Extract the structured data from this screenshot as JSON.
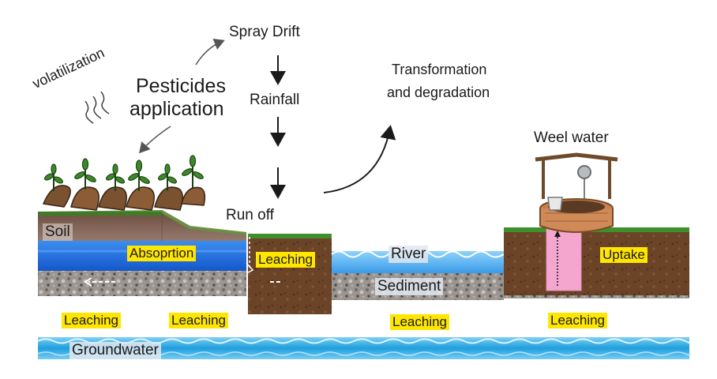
{
  "labels": {
    "spray_drift": "Spray Drift",
    "volatilization": "volatilization",
    "pesticides_application_line1": "Pesticides",
    "pesticides_application_line2": "application",
    "rainfall": "Rainfall",
    "transformation_line1": "Transformation",
    "transformation_line2": "and degradation",
    "weel_water": "Weel water",
    "run_off": "Run off",
    "soil": "Soil",
    "absorption": "Absoprtion",
    "leaching_runoff_block": "Leaching",
    "river": "River",
    "sediment": "Sediment",
    "uptake": "Uptake",
    "groundwater": "Groundwater",
    "leaching_bottom": [
      "Leaching",
      "Leaching",
      "Leaching",
      "Leaching"
    ]
  },
  "colors": {
    "label_highlight": "#ffe600",
    "groundwater": "#29a8e0",
    "river": "#62b8f0",
    "absorption_water": "#1f74e6",
    "soil": "#5a3a22",
    "sediment": "#8a8580",
    "grass": "#3f8f2a",
    "well_pipe": "#f4a6cf"
  }
}
